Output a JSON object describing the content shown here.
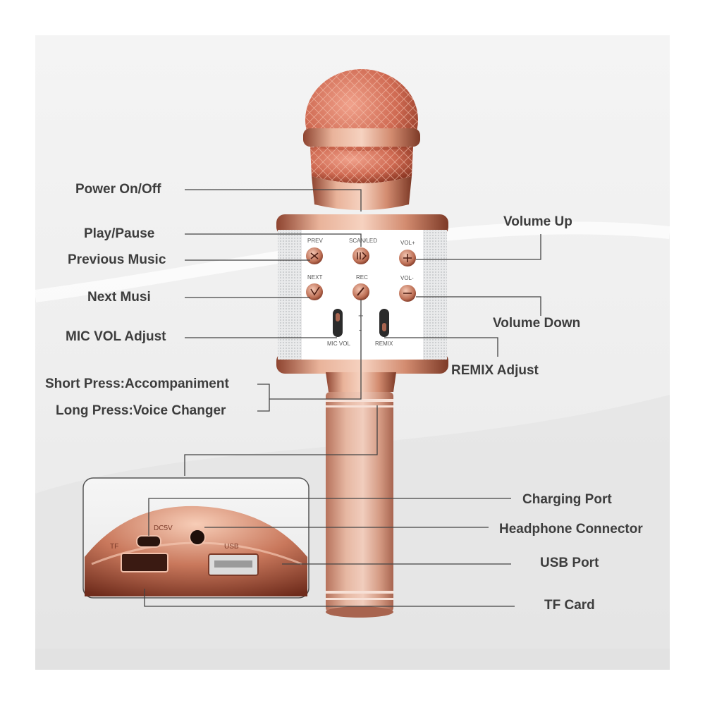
{
  "callouts": {
    "power": "Power On/Off",
    "play_pause": "Play/Pause",
    "previous": "Previous Music",
    "next": "Next Musi",
    "mic_vol": "MIC VOL Adjust",
    "short_press": "Short Press:Accompaniment",
    "long_press": "Long Press:Voice Changer",
    "volume_up": "Volume Up",
    "volume_down": "Volume Down",
    "remix": "REMIX Adjust",
    "charging": "Charging Port",
    "headphone": "Headphone Connector",
    "usb": "USB Port",
    "tf": "TF Card"
  },
  "buttons": {
    "prev": "PREV",
    "scan_led": "SCAN/LED",
    "vol_plus": "VOL+",
    "next": "NEXT",
    "rec": "REC",
    "vol_minus": "VOL-",
    "mic_vol": "MIC VOL",
    "remix": "REMIX",
    "plus_sign": "+",
    "minus_sign": "-"
  },
  "port_labels": {
    "tf": "TF",
    "dc5v": "DC5V",
    "usb": "USB"
  },
  "colors": {
    "rose_gold": "#d99a7e",
    "rose_dark": "#9a4a32",
    "label_text": "#3d3d3d",
    "leader_line": "#444444"
  },
  "icons": [
    "power-icon",
    "play-pause-icon",
    "prev-icon",
    "next-icon",
    "vol-up-icon",
    "vol-down-icon",
    "rec-icon"
  ]
}
